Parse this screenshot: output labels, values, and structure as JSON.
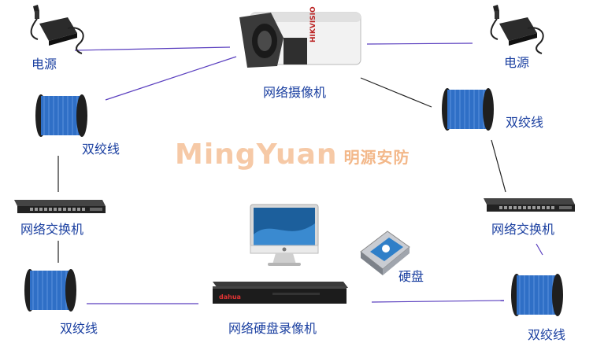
{
  "labels": {
    "power_left": "电源",
    "power_right": "电源",
    "camera": "网络摄像机",
    "cable_left_top": "双绞线",
    "cable_right_top": "双绞线",
    "switch_left": "网络交换机",
    "switch_right": "网络交换机",
    "hdd": "硬盘",
    "cable_left_bottom": "双绞线",
    "cable_right_bottom": "双绞线",
    "nvr": "网络硬盘录像机"
  },
  "watermark": {
    "latin": "MingYuan",
    "chinese": "明源安防"
  },
  "camera_brand": "HIKVISION",
  "nvr_brand": "dahua",
  "colors": {
    "label_text": "#1a3fa0",
    "wire_blue": "#5a3fbf",
    "wire_black": "#222222",
    "cable_blue": "#2f6fc6",
    "watermark": "#f6c9a6"
  }
}
